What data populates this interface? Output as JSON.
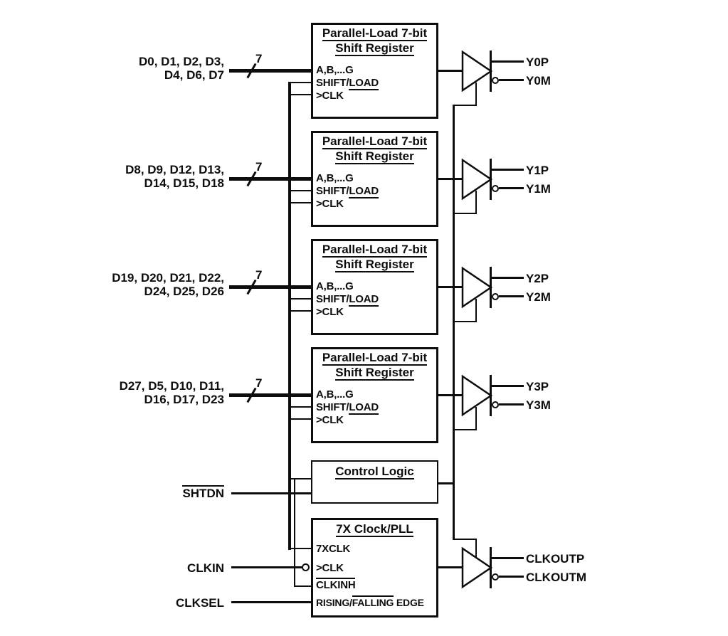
{
  "registers": [
    {
      "title1": "Parallel-Load 7-bit",
      "title2": "Shift Register",
      "pin_a": "A,B,...G",
      "pin_shift_prefix": "SHIFT/",
      "pin_load": "LOAD",
      "pin_clk": ">CLK",
      "bus_width": "7",
      "input_line1": "D0, D1, D2, D3,",
      "input_line2": "D4, D6, D7",
      "out_p": "Y0P",
      "out_m": "Y0M"
    },
    {
      "title1": "Parallel-Load 7-bit",
      "title2": "Shift Register",
      "pin_a": "A,B,...G",
      "pin_shift_prefix": "SHIFT/",
      "pin_load": "LOAD",
      "pin_clk": ">CLK",
      "bus_width": "7",
      "input_line1": "D8, D9, D12, D13,",
      "input_line2": "D14, D15, D18",
      "out_p": "Y1P",
      "out_m": "Y1M"
    },
    {
      "title1": "Parallel-Load 7-bit",
      "title2": "Shift Register",
      "pin_a": "A,B,...G",
      "pin_shift_prefix": "SHIFT/",
      "pin_load": "LOAD",
      "pin_clk": ">CLK",
      "bus_width": "7",
      "input_line1": "D19, D20, D21, D22,",
      "input_line2": "D24, D25, D26",
      "out_p": "Y2P",
      "out_m": "Y2M"
    },
    {
      "title1": "Parallel-Load 7-bit",
      "title2": "Shift Register",
      "pin_a": "A,B,...G",
      "pin_shift_prefix": "SHIFT/",
      "pin_load": "LOAD",
      "pin_clk": ">CLK",
      "bus_width": "7",
      "input_line1": "D27, D5, D10, D11,",
      "input_line2": "D16, D17, D23",
      "out_p": "Y3P",
      "out_m": "Y3M"
    }
  ],
  "control": {
    "title": "Control Logic",
    "shtdn_label": "SHTDN"
  },
  "pll": {
    "title": "7X Clock/PLL",
    "pin_7xclk": "7XCLK",
    "pin_clk": ">CLK",
    "pin_clkinh": "CLKINH",
    "pin_edge_prefix": "RISING/",
    "pin_edge_overline": "FALLING",
    "pin_edge_suffix": " EDGE",
    "clkin_label": "CLKIN",
    "clksel_label": "CLKSEL",
    "out_p": "CLKOUTP",
    "out_m": "CLKOUTM"
  },
  "colors": {
    "line": "#0d0d0d",
    "background": "#ffffff"
  }
}
